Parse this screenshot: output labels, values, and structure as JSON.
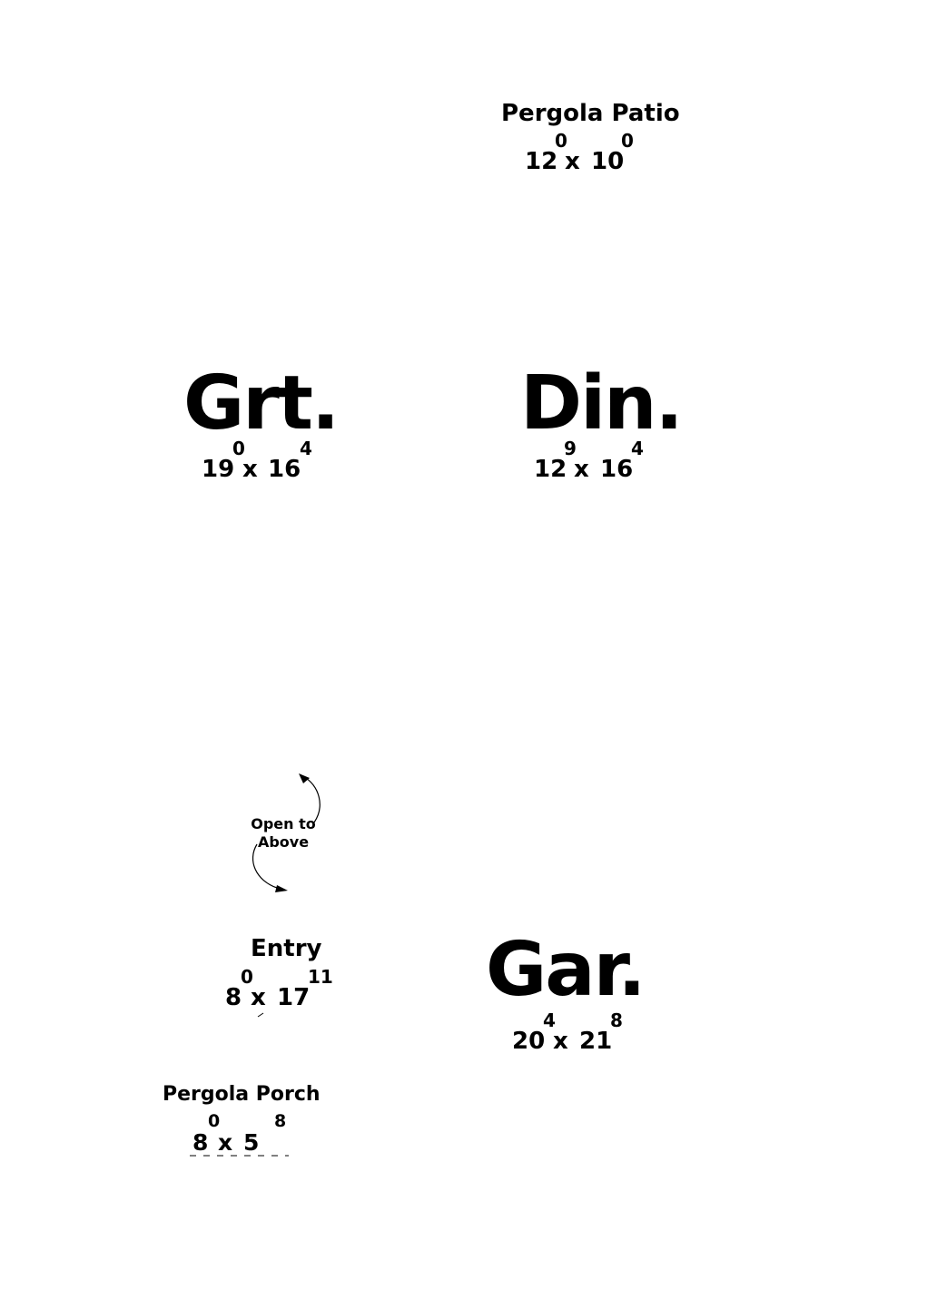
{
  "rooms": {
    "pergola_patio": {
      "name": "Pergola Patio",
      "width_ft": "12",
      "width_in": "0",
      "length_ft": "10",
      "length_in": "0",
      "sep": "x"
    },
    "great_room": {
      "name": "Grt.",
      "width_ft": "19",
      "width_in": "0",
      "length_ft": "16",
      "length_in": "4",
      "sep": "x"
    },
    "dining": {
      "name": "Din.",
      "width_ft": "12",
      "width_in": "9",
      "length_ft": "16",
      "length_in": "4",
      "sep": "x"
    },
    "entry": {
      "name": "Entry",
      "width_ft": "8",
      "width_in": "0",
      "length_ft": "17",
      "length_in": "11",
      "sep": "x"
    },
    "garage": {
      "name": "Gar.",
      "width_ft": "20",
      "width_in": "4",
      "length_ft": "21",
      "length_in": "8",
      "sep": "x"
    },
    "pergola_porch": {
      "name": "Pergola Porch",
      "width_ft": "8",
      "width_in": "0",
      "length_ft": "5",
      "length_in": "8",
      "sep": "x"
    }
  },
  "notes": {
    "open_to_above_line1": "Open to",
    "open_to_above_line2": "Above"
  }
}
